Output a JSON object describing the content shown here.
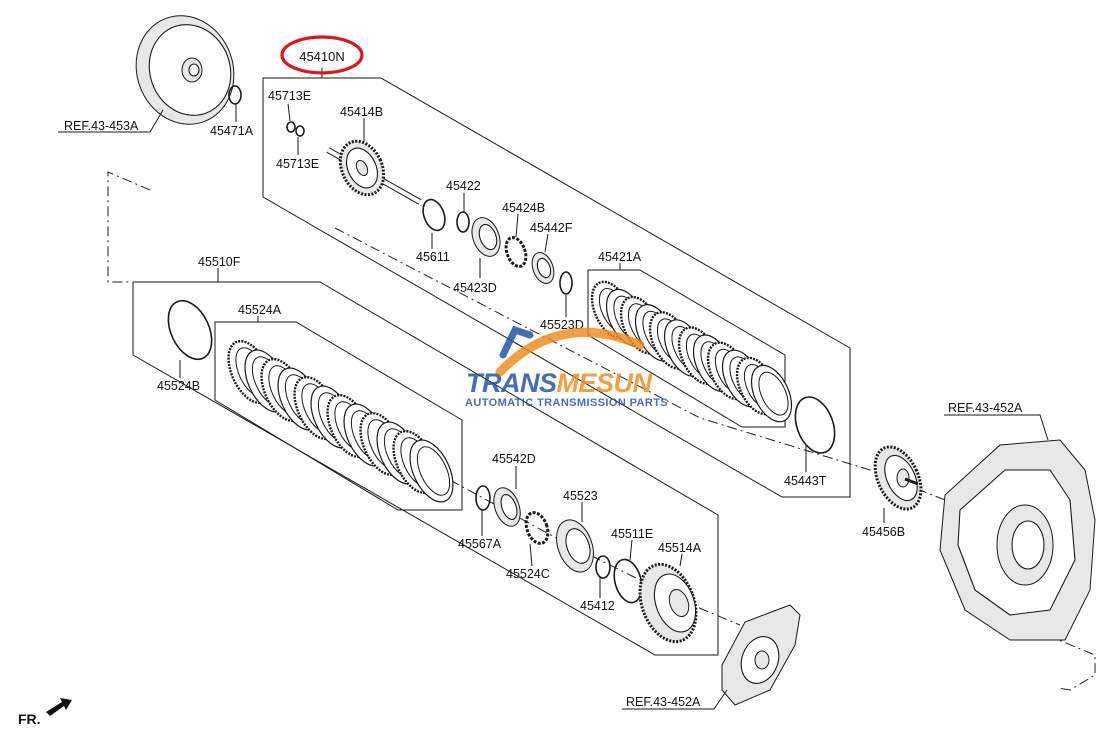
{
  "diagram": {
    "part_labels": [
      {
        "id": "45410N",
        "text": "45410N"
      },
      {
        "id": "45713E-top",
        "text": "45713E"
      },
      {
        "id": "45414B",
        "text": "45414B"
      },
      {
        "id": "45713E-bottom",
        "text": "45713E"
      },
      {
        "id": "45471A",
        "text": "45471A"
      },
      {
        "id": "45422",
        "text": "45422"
      },
      {
        "id": "45424B",
        "text": "45424B"
      },
      {
        "id": "45442F",
        "text": "45442F"
      },
      {
        "id": "45611",
        "text": "45611"
      },
      {
        "id": "45423D",
        "text": "45423D"
      },
      {
        "id": "45421A",
        "text": "45421A"
      },
      {
        "id": "45523D",
        "text": "45523D"
      },
      {
        "id": "45510F",
        "text": "45510F"
      },
      {
        "id": "45524A",
        "text": "45524A"
      },
      {
        "id": "45524B",
        "text": "45524B"
      },
      {
        "id": "45443T",
        "text": "45443T"
      },
      {
        "id": "45542D",
        "text": "45542D"
      },
      {
        "id": "45523",
        "text": "45523"
      },
      {
        "id": "45567A",
        "text": "45567A"
      },
      {
        "id": "45511E",
        "text": "45511E"
      },
      {
        "id": "45514A",
        "text": "45514A"
      },
      {
        "id": "45524C",
        "text": "45524C"
      },
      {
        "id": "45412",
        "text": "45412"
      },
      {
        "id": "45456B",
        "text": "45456B"
      }
    ],
    "ref_labels": [
      {
        "id": "ref-453a",
        "text": "REF.43-453A"
      },
      {
        "id": "ref-452a-right",
        "text": "REF.43-452A"
      },
      {
        "id": "ref-452a-bottom",
        "text": "REF.43-452A"
      }
    ],
    "direction_label": "FR.",
    "highlight_color": "#e0141e"
  },
  "watermark": {
    "brand_part1": "TRANS",
    "brand_part2": "MESUN",
    "tagline": "AUTOMATIC TRANSMISSION PARTS",
    "color_blue": "#1c4fa8",
    "color_orange": "#f08a1c"
  }
}
